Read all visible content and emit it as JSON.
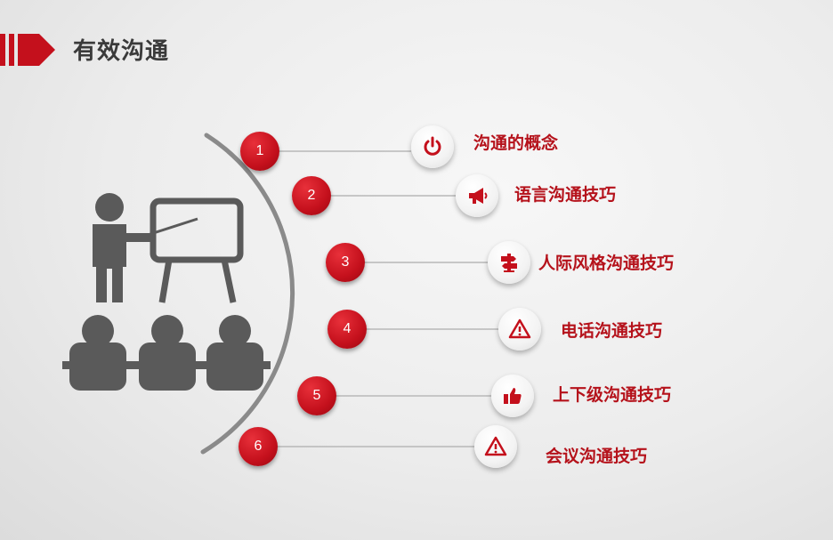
{
  "title": "有效沟通",
  "colors": {
    "accent": "#c4101c",
    "text_red": "#b5121b",
    "figure_gray": "#5a5a5a"
  },
  "items": [
    {
      "number": "1",
      "label": "沟通的概念",
      "icon": "power-icon"
    },
    {
      "number": "2",
      "label": "语言沟通技巧",
      "icon": "megaphone-icon"
    },
    {
      "number": "3",
      "label": "人际风格沟通技巧",
      "icon": "signpost-icon"
    },
    {
      "number": "4",
      "label": "电话沟通技巧",
      "icon": "warning-icon"
    },
    {
      "number": "5",
      "label": "上下级沟通技巧",
      "icon": "thumbs-up-icon"
    },
    {
      "number": "6",
      "label": "会议沟通技巧",
      "icon": "warning-icon"
    }
  ]
}
